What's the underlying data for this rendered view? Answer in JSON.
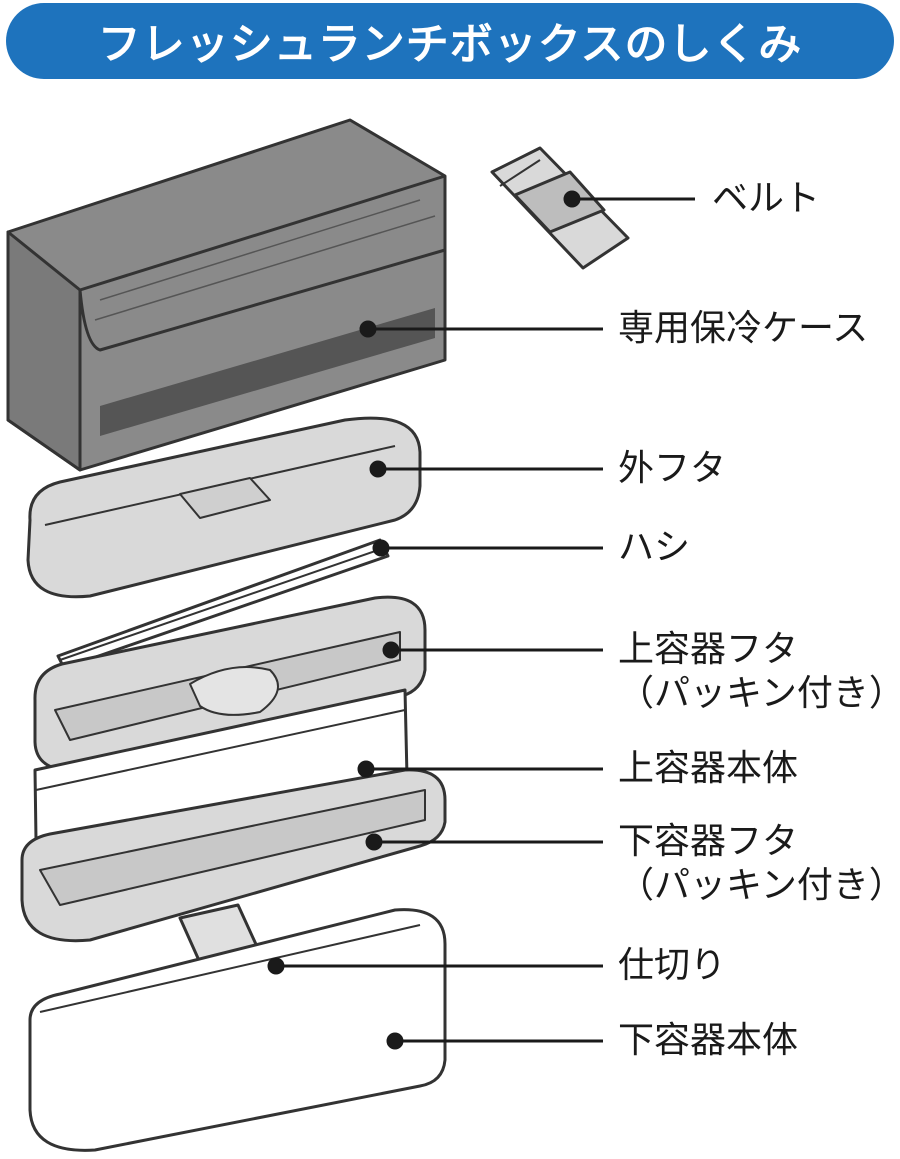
{
  "header": {
    "title": "フレッシュランチボックスのしくみ"
  },
  "colors": {
    "banner": "#1e73bd",
    "case_gray": "#8a8a8a",
    "case_dark": "#555555",
    "part_gray": "#d9d9d9"
  },
  "parts": [
    {
      "id": "belt",
      "label": "ベルト"
    },
    {
      "id": "case",
      "label": "専用保冷ケース"
    },
    {
      "id": "outer-lid",
      "label": "外フタ"
    },
    {
      "id": "chopsticks",
      "label": "ハシ"
    },
    {
      "id": "upper-lid",
      "label": "上容器フタ",
      "sub": "（パッキン付き）"
    },
    {
      "id": "upper-body",
      "label": "上容器本体"
    },
    {
      "id": "lower-lid",
      "label": "下容器フタ",
      "sub": "（パッキン付き）"
    },
    {
      "id": "divider",
      "label": "仕切り"
    },
    {
      "id": "lower-body",
      "label": "下容器本体"
    }
  ]
}
